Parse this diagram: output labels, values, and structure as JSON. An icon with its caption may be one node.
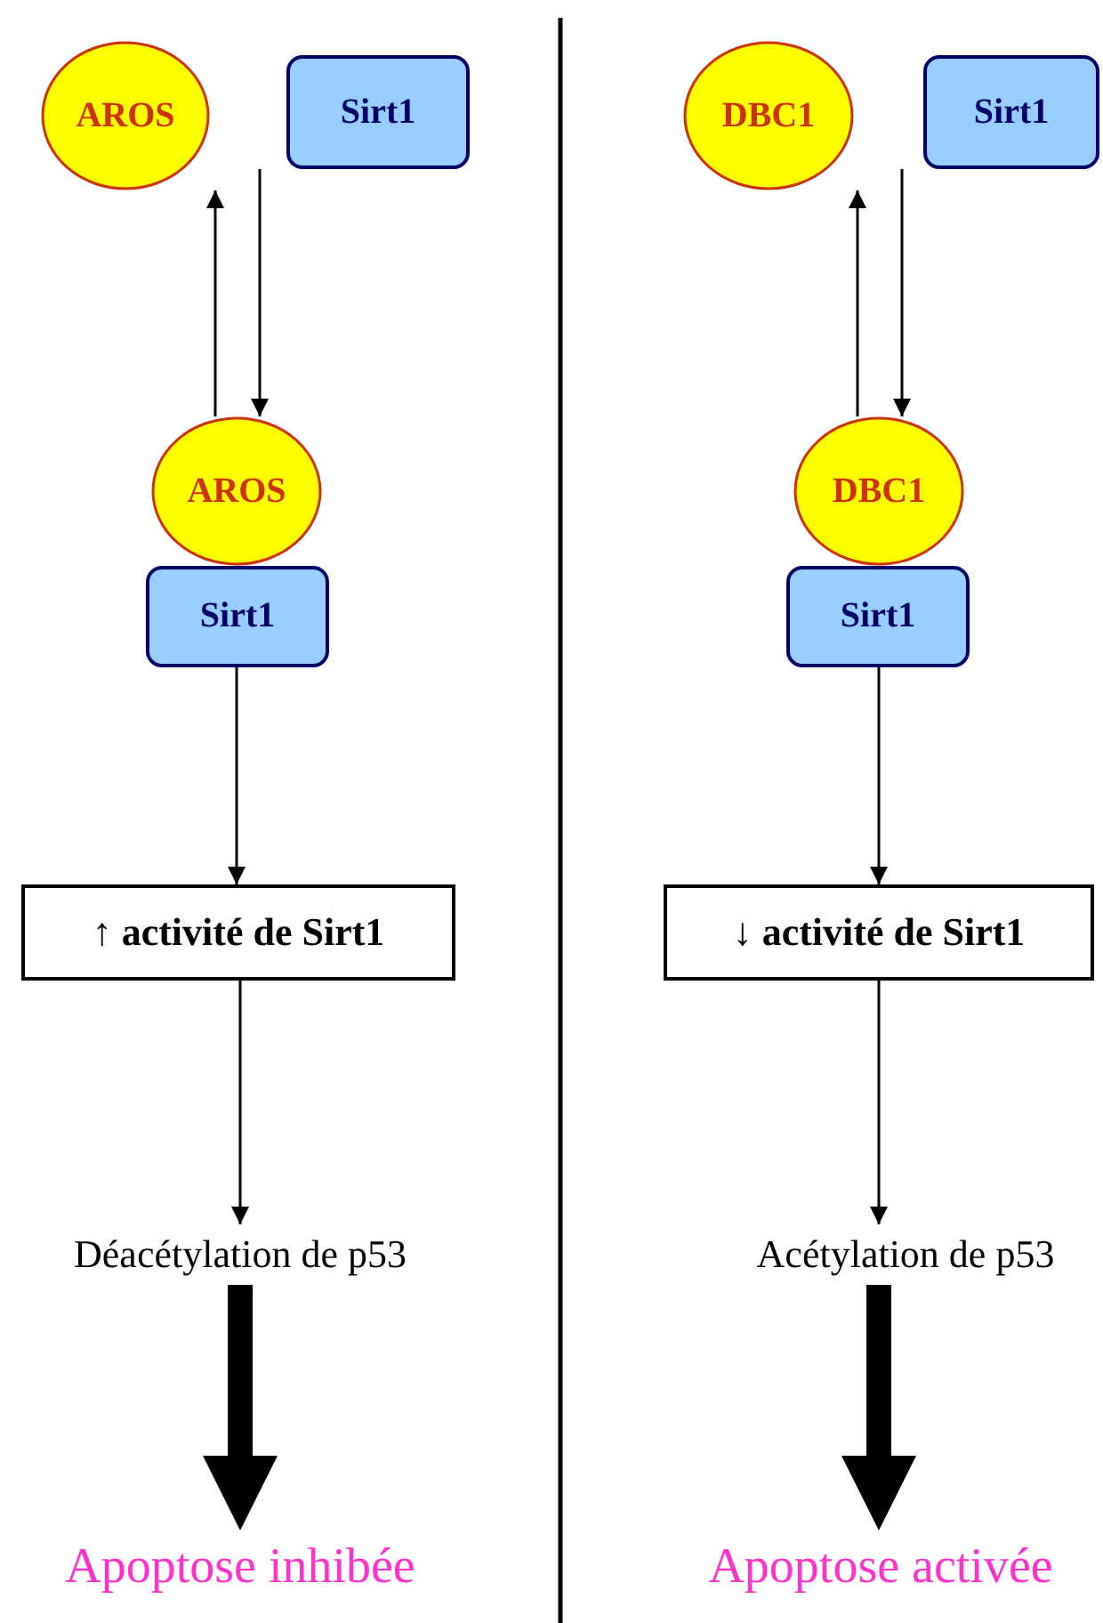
{
  "diagram": {
    "nodes": [
      {
        "text": [
          "AROS"
        ]
      },
      {
        "text": [
          "Sirt1"
        ]
      },
      {
        "text": [
          "AROS"
        ]
      },
      {
        "text": [
          "Sirt1"
        ]
      },
      {
        "text": [
          "↑ activité de Sirt1"
        ]
      },
      {
        "text": [
          "Déacétylation de p53"
        ]
      },
      {
        "text": [
          "Apoptose inhibée"
        ]
      },
      {
        "text": [
          "DBC1"
        ]
      },
      {
        "text": [
          "Sirt1"
        ]
      },
      {
        "text": [
          "DBC1"
        ]
      },
      {
        "text": [
          "Sirt1"
        ]
      },
      {
        "text": [
          "↓ activité de Sirt1"
        ]
      },
      {
        "text": [
          "Acétylation de p53"
        ]
      },
      {
        "text": [
          "Apoptose activée"
        ]
      }
    ],
    "edges": [
      {
        "from": 2,
        "to": 0,
        "arrow": "to"
      },
      {
        "from": 1,
        "to": 2,
        "arrow": "to"
      },
      {
        "from": 3,
        "to": 4,
        "arrow": "to"
      },
      {
        "from": 4,
        "to": 5,
        "arrow": "to"
      },
      {
        "from": 5,
        "to": 6,
        "arrow": "to",
        "style": "thick"
      },
      {
        "from": 9,
        "to": 7,
        "arrow": "to"
      },
      {
        "from": 8,
        "to": 9,
        "arrow": "to"
      },
      {
        "from": 10,
        "to": 11,
        "arrow": "to"
      },
      {
        "from": 11,
        "to": 12,
        "arrow": "to"
      },
      {
        "from": 12,
        "to": 13,
        "arrow": "to",
        "style": "thick"
      }
    ]
  }
}
